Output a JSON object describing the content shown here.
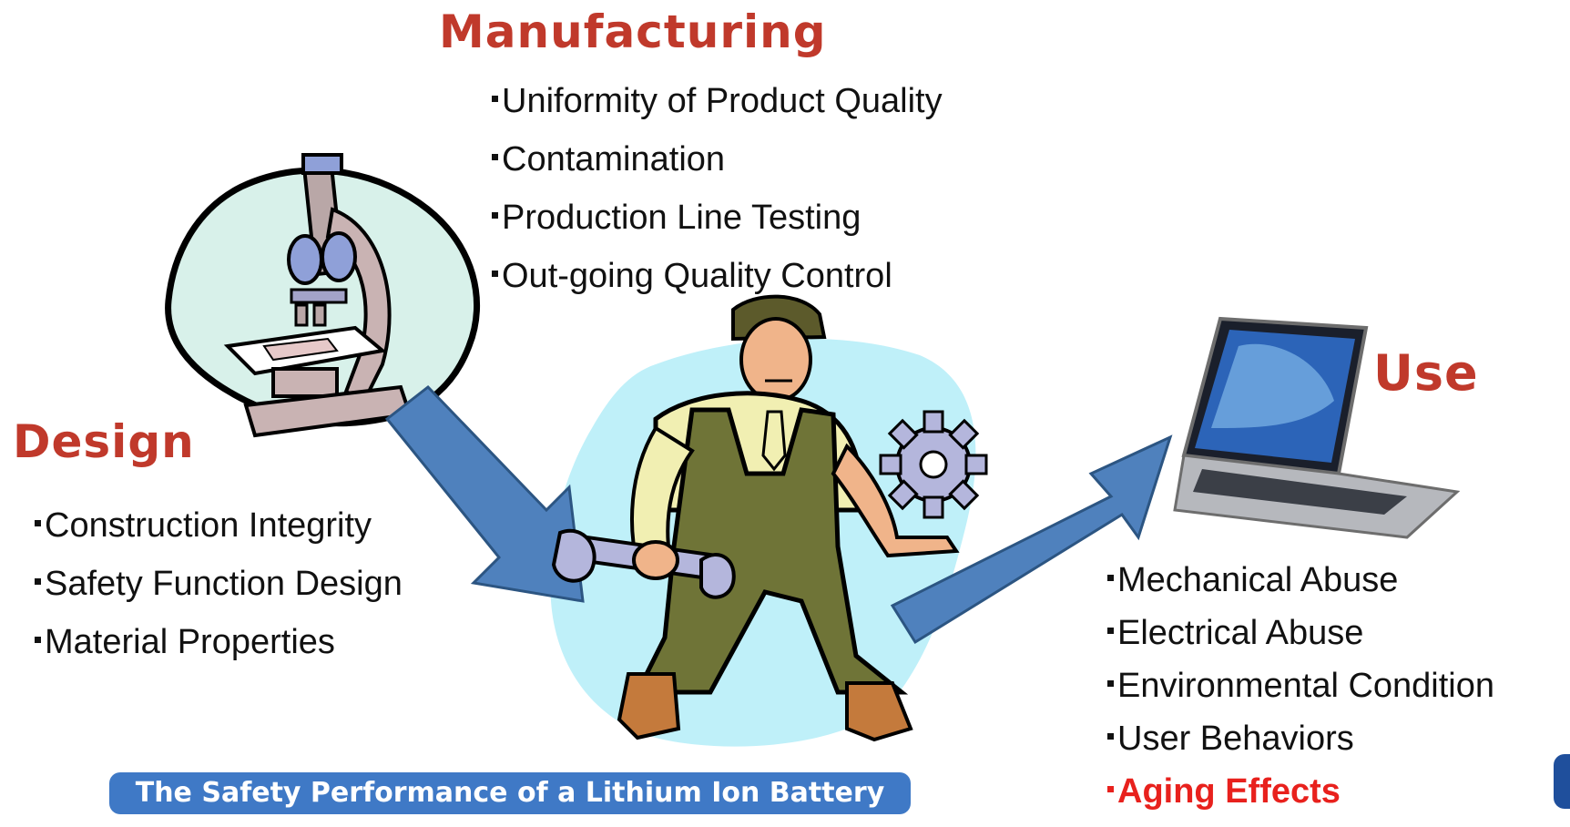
{
  "manufacturing": {
    "title": "Manufacturing",
    "items": [
      "Uniformity of Product Quality",
      "Contamination",
      "Production Line Testing",
      "Out-going Quality Control"
    ]
  },
  "design": {
    "title": "Design",
    "items": [
      "Construction Integrity",
      "Safety Function Design",
      "Material Properties"
    ]
  },
  "use": {
    "title": "Use",
    "items": [
      "Mechanical Abuse",
      "Electrical Abuse",
      "Environmental Condition",
      "User Behaviors",
      "Aging Effects"
    ],
    "highlight_color": "#e8211d"
  },
  "banner": {
    "text": "The Safety Performance of a Lithium Ion Battery"
  },
  "colors": {
    "heading": "#c0392b",
    "arrow": "#4f81bd",
    "banner": "#3f79c6"
  },
  "icons": [
    "microscope-icon",
    "worker-icon",
    "laptop-icon"
  ]
}
